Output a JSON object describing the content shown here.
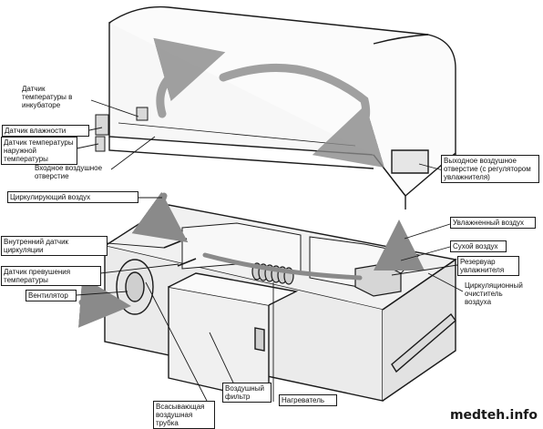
{
  "labels": {
    "sensor_temp_incubator": "Датчик\nтемпературы в\nинкубаторе",
    "humidity_sensor": "Датчик влажности",
    "sensor_temp_outside": "Датчик температуры\nнаружной\nтемпературы",
    "inlet_opening": "Входное воздушное\nотверстие",
    "circulating_air": "Циркулирующий воздух",
    "internal_circ_sensor": "Внутренний датчик\nциркуляции",
    "overtemp_sensor": "Датчик превушения\nтемпературы",
    "fan": "Вентилятор",
    "suction_tube": "Всасывающая\nвоздушная трубка",
    "air_filter": "Воздушный\nфильтр",
    "heater": "Нагреватель",
    "outlet_opening": "Выходное воздушное\nотверстие (с регулятором\nувлажнителя)",
    "humidified_air": "Увлажненный воздух",
    "dry_air": "Сухой воздух",
    "humidifier_reservoir": "Резервуар\nувлажнителя",
    "circ_air_cleaner": "Циркуляционный\nочиститель\nвоздуха"
  },
  "watermark": "medteh.info",
  "colors": {
    "line": "#1a1a1a",
    "arrow": "#8a8a8a",
    "hood": "#f4f4f4",
    "body": "#ececec"
  }
}
